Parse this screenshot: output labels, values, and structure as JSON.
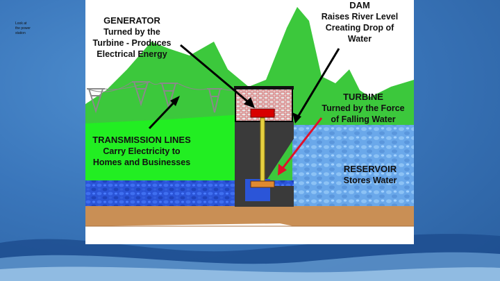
{
  "slide": {
    "corner_note": "Look at\nthe power\nstation",
    "background": "#3a76bb"
  },
  "diagram": {
    "generator": {
      "title": "GENERATOR",
      "text": "Turned by the\nTurbine - Produces\nElectrical Energy"
    },
    "dam": {
      "title": "DAM",
      "text": "Raises River Level\nCreating Drop of\nWater"
    },
    "turbine": {
      "title": "TURBINE",
      "text": "Turned by the Force\nof Falling Water"
    },
    "transmission": {
      "title": "TRANSMISSION LINES",
      "text": "Carry Electricity to\nHomes and Businesses"
    },
    "reservoir": {
      "title": "RESERVOIR",
      "text": "Stores Water"
    },
    "colors": {
      "hills": "#3cc83c",
      "grass": "#22ee22",
      "river": "#2b55d8",
      "reservoir": "#6aa8ea",
      "ground": "#c98f55",
      "dam": "#3a3a3a",
      "generator": "#d80000",
      "shaft": "#e6d040",
      "arrow_black": "#000000",
      "arrow_red": "#e0102a"
    }
  }
}
